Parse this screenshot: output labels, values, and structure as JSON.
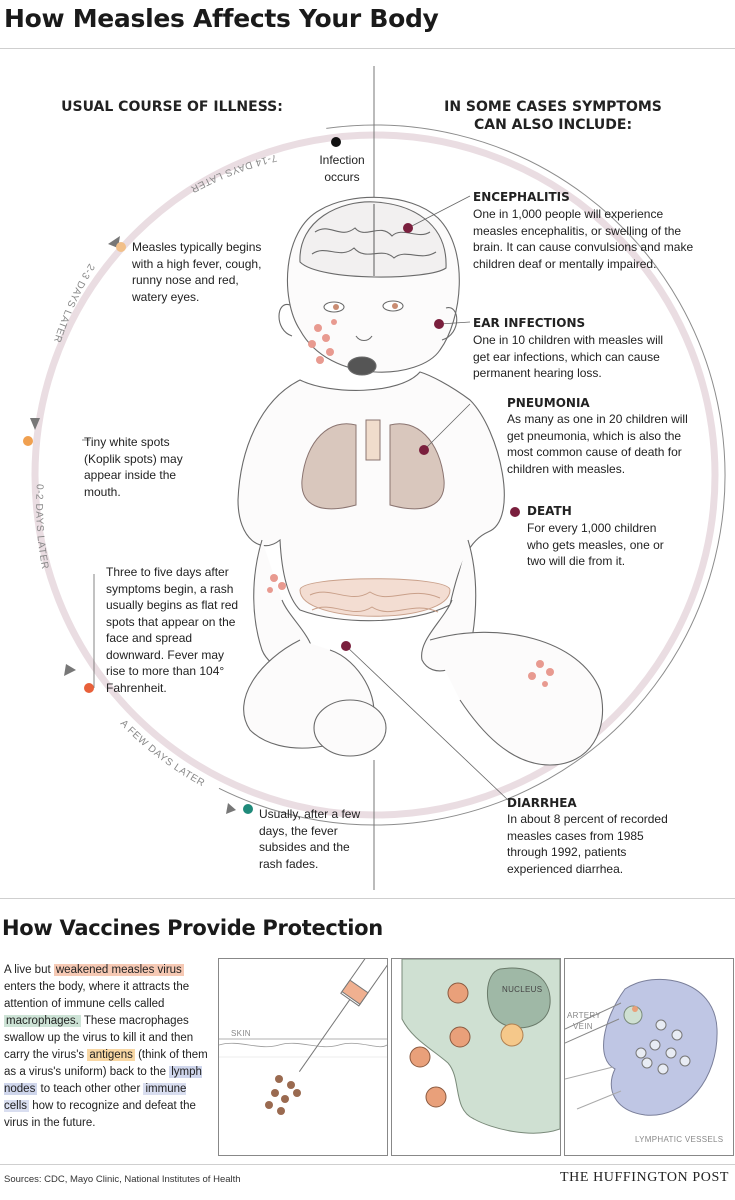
{
  "title": "How Measles Affects Your Body",
  "course": {
    "heading": "USUAL COURSE OF ILLNESS:",
    "stages": [
      {
        "text": "Infection occurs",
        "color": "#111111"
      },
      {
        "text": "Measles typically begins with a high fever, cough, runny nose and red, watery eyes.",
        "color": "#f2c08a"
      },
      {
        "text": "Tiny white spots (Koplik spots) may appear inside the mouth.",
        "color": "#f0a050"
      },
      {
        "text": "Three to five days after symptoms begin, a rash usually begins as flat red spots that appear on the face and spread downward. Fever may rise to more than 104° Fahrenheit.",
        "color": "#e8603a"
      },
      {
        "text": "Usually, after a few days, the fever subsides and the rash fades.",
        "color": "#1f8a7a"
      }
    ],
    "intervals": [
      "7-14 DAYS LATER",
      "2-3 DAYS LATER",
      "0-2 DAYS LATER",
      "A FEW DAYS LATER"
    ]
  },
  "symptoms": {
    "heading": "IN SOME CASES SYMPTOMS CAN ALSO INCLUDE:",
    "dot_color": "#7a1f3d",
    "items": [
      {
        "title": "ENCEPHALITIS",
        "text": "One in 1,000 people will experience measles encephalitis, or swelling of the brain. It can cause convulsions and make children deaf or mentally impaired."
      },
      {
        "title": "EAR INFECTIONS",
        "text": "One in 10 children with measles will get ear infections, which can cause permanent hearing loss."
      },
      {
        "title": "PNEUMONIA",
        "text": "As many as one in 20 children will get pneumonia, which is also the most common cause of death for children with measles."
      },
      {
        "title": "DEATH",
        "text": "For every 1,000 children who gets measles, one or two will die from it."
      },
      {
        "title": "DIARRHEA",
        "text": "In about 8 percent of recorded measles cases from 1985 through 1992, patients experienced diarrhea."
      }
    ]
  },
  "vaccines": {
    "title": "How Vaccines Provide Protection",
    "text": {
      "p1": "A live but",
      "h1": "weakened measles virus",
      "p2": "enters the body, where it attracts the attention of immune cells called",
      "h2": "macrophages.",
      "p3": "These macrophages swallow up the virus to kill it and then carry the virus's",
      "h3": "antigens",
      "p4": "(think of them as a virus's uniform) back to the",
      "h4": "lymph nodes",
      "p5": "to teach other other",
      "h5": "immune cells",
      "p6": "how to recognize and defeat the virus in the future."
    },
    "highlight_colors": {
      "virus": "#f6c9b4",
      "macrophages": "#cde3d6",
      "antigens": "#f8d7a4",
      "lymph": "#cfd6ec",
      "immune": "#d9def0"
    },
    "panels": {
      "skin_label": "SKIN",
      "nucleus_label": "NUCLEUS",
      "artery_label": "ARTERY",
      "vein_label": "VEIN",
      "lymphatic_label": "LYMPHATIC VESSELS"
    }
  },
  "footer": {
    "sources": "Sources: CDC, Mayo Clinic, National Institutes of Health",
    "brand": "THE HUFFINGTON POST"
  }
}
